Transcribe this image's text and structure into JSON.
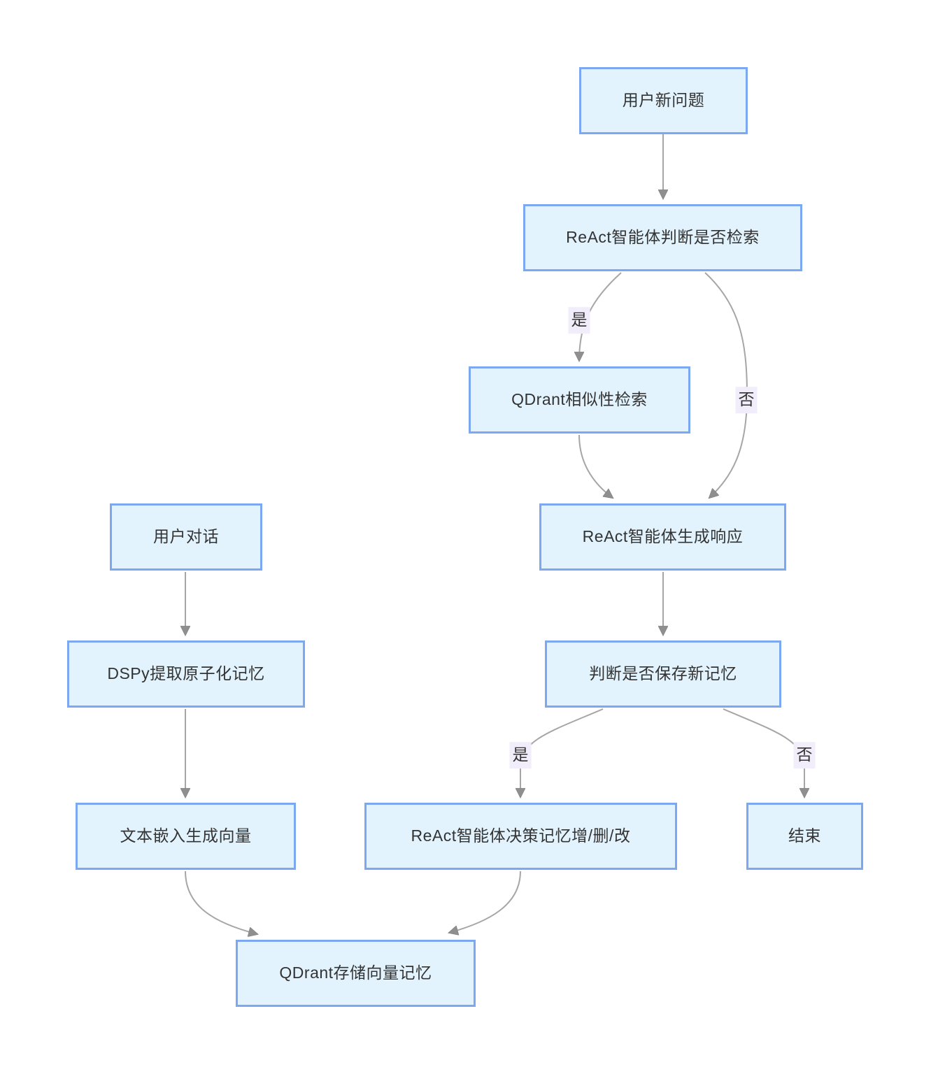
{
  "diagram": {
    "type": "flowchart",
    "nodes": [
      {
        "id": "user_new_question",
        "label": "用户新问题"
      },
      {
        "id": "react_judge_retrieval",
        "label": "ReAct智能体判断是否检索"
      },
      {
        "id": "qdrant_similarity_search",
        "label": "QDrant相似性检索"
      },
      {
        "id": "react_generate_response",
        "label": "ReAct智能体生成响应"
      },
      {
        "id": "judge_save_memory",
        "label": "判断是否保存新记忆"
      },
      {
        "id": "react_memory_crud",
        "label": "ReAct智能体决策记忆增/删/改"
      },
      {
        "id": "end",
        "label": "结束"
      },
      {
        "id": "user_dialog",
        "label": "用户对话"
      },
      {
        "id": "dspy_extract_memory",
        "label": "DSPy提取原子化记忆"
      },
      {
        "id": "text_embedding",
        "label": "文本嵌入生成向量"
      },
      {
        "id": "qdrant_store_memory",
        "label": "QDrant存储向量记忆"
      }
    ],
    "edges": [
      {
        "from": "user_new_question",
        "to": "react_judge_retrieval",
        "label": ""
      },
      {
        "from": "react_judge_retrieval",
        "to": "qdrant_similarity_search",
        "label": "是"
      },
      {
        "from": "react_judge_retrieval",
        "to": "react_generate_response",
        "label": "否"
      },
      {
        "from": "qdrant_similarity_search",
        "to": "react_generate_response",
        "label": ""
      },
      {
        "from": "react_generate_response",
        "to": "judge_save_memory",
        "label": ""
      },
      {
        "from": "judge_save_memory",
        "to": "react_memory_crud",
        "label": "是"
      },
      {
        "from": "judge_save_memory",
        "to": "end",
        "label": "否"
      },
      {
        "from": "user_dialog",
        "to": "dspy_extract_memory",
        "label": ""
      },
      {
        "from": "dspy_extract_memory",
        "to": "text_embedding",
        "label": ""
      },
      {
        "from": "text_embedding",
        "to": "qdrant_store_memory",
        "label": ""
      },
      {
        "from": "react_memory_crud",
        "to": "qdrant_store_memory",
        "label": ""
      }
    ],
    "colors": {
      "node_fill": "#e2f3fd",
      "node_border": "#7ca7f1",
      "edge_line": "#a6a6a6",
      "arrowhead": "#8f8f8f",
      "edge_label_bg": "#f2edfb",
      "text": "#333333",
      "background": "#ffffff"
    }
  }
}
